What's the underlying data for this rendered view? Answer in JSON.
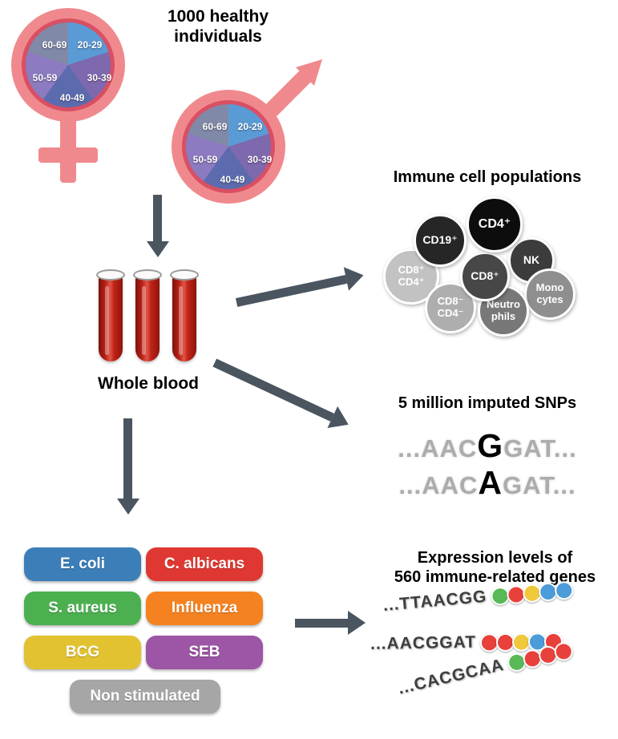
{
  "header": {
    "title": "1000 healthy\nindividuals"
  },
  "demographics": {
    "age_groups": [
      "20-29",
      "30-39",
      "40-49",
      "50-59",
      "60-69"
    ],
    "slice_colors": [
      "#5B9BD5",
      "#7E68AE",
      "#5C6BAE",
      "#8C7BC0",
      "#8089A8"
    ],
    "symbol_color": "#F0898D",
    "ring_color": "#D94F63"
  },
  "blood": {
    "label": "Whole blood",
    "tube_color": "#B92116"
  },
  "arrow_color": "#4A5560",
  "immune_cells": {
    "title": "Immune cell populations",
    "cells": [
      {
        "label": "CD19⁺",
        "color": "#262626"
      },
      {
        "label": "CD4⁺",
        "color": "#0D0D0D"
      },
      {
        "label": "NK",
        "color": "#3C3C3C"
      },
      {
        "label": "CD8⁺\nCD4⁺",
        "color": "#C2C2C2"
      },
      {
        "label": "CD8⁺",
        "color": "#474747"
      },
      {
        "label": "Mono\ncytes",
        "color": "#8F8F8F"
      },
      {
        "label": "CD8⁻\nCD4⁻",
        "color": "#AEAEAE"
      },
      {
        "label": "Neutro\nphils",
        "color": "#787878"
      }
    ]
  },
  "snps": {
    "title": "5 million imputed SNPs",
    "sequences": [
      {
        "prefix": "...AAC",
        "variant": "G",
        "suffix": "GAT..."
      },
      {
        "prefix": "...AAC",
        "variant": "A",
        "suffix": "GAT..."
      }
    ]
  },
  "stimulations": {
    "items": [
      {
        "label": "E. coli",
        "color": "#3B7EB8"
      },
      {
        "label": "C. albicans",
        "color": "#DF3832"
      },
      {
        "label": "S. aureus",
        "color": "#4CB050"
      },
      {
        "label": "Influenza",
        "color": "#F58220"
      },
      {
        "label": "BCG",
        "color": "#E2C230"
      },
      {
        "label": "SEB",
        "color": "#9C56A5"
      },
      {
        "label": "Non stimulated",
        "color": "#A6A6A6"
      }
    ]
  },
  "expression": {
    "title": "Expression levels of\n560 immune-related genes",
    "genes": [
      {
        "sequence": "...TTAACGG",
        "dots": [
          "#58B957",
          "#E8413C",
          "#F0C93B",
          "#4B9CD9",
          "#4B9CD9"
        ]
      },
      {
        "sequence": "...AACGGAT",
        "dots": [
          "#E8413C",
          "#E8413C",
          "#F0C93B",
          "#4B9CD9",
          "#E8413C"
        ]
      },
      {
        "sequence": "...CACGCAA",
        "dots": [
          "#58B957",
          "#E8413C",
          "#E8413C",
          "#E8413C"
        ]
      }
    ]
  }
}
